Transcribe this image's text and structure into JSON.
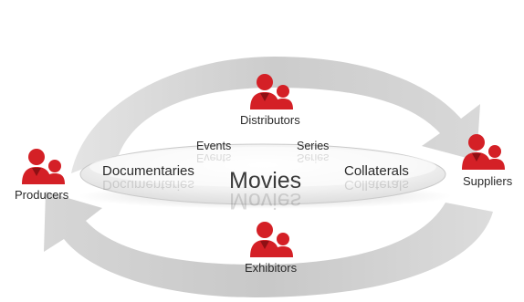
{
  "diagram": {
    "center": {
      "label": "Movies"
    },
    "nodes": [
      {
        "id": "distributors",
        "label": "Distributors"
      },
      {
        "id": "producers",
        "label": "Producers"
      },
      {
        "id": "suppliers",
        "label": "Suppliers"
      },
      {
        "id": "exhibitors",
        "label": "Exhibitors"
      }
    ],
    "content_types": [
      {
        "id": "events",
        "label": "Events"
      },
      {
        "id": "series",
        "label": "Series"
      },
      {
        "id": "documentaries",
        "label": "Documentaries"
      },
      {
        "id": "collaterals",
        "label": "Collaterals"
      }
    ],
    "flow": "clockwise",
    "colors": {
      "people_icon": "#d42026",
      "arrow": "#cfcfcf",
      "ellipse": "#f2f2f2",
      "text": "#2b2b2b"
    },
    "icons": [
      "people-group-icon"
    ]
  }
}
